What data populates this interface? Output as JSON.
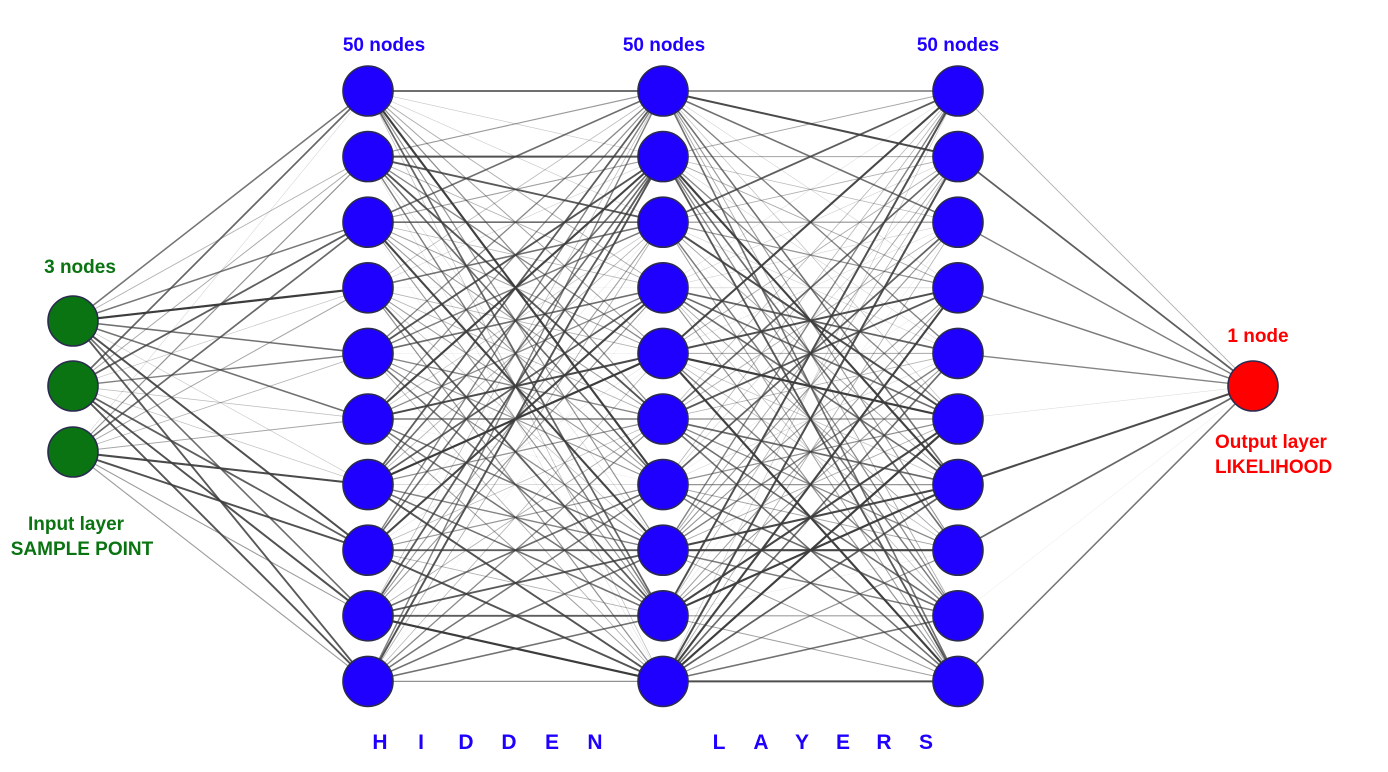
{
  "colors": {
    "input": "#0a7312",
    "hidden": "#1f00ff",
    "output": "#ff0000",
    "edge": "#3c3c3c",
    "node_stroke": "#2b2b50"
  },
  "layers": [
    {
      "id": "input",
      "count_label": "3 nodes",
      "role_label": [
        "Input layer",
        "SAMPLE POINT"
      ],
      "drawn_nodes": 3
    },
    {
      "id": "hidden1",
      "count_label": "50 nodes",
      "drawn_nodes": 10
    },
    {
      "id": "hidden2",
      "count_label": "50 nodes",
      "drawn_nodes": 10
    },
    {
      "id": "hidden3",
      "count_label": "50 nodes",
      "drawn_nodes": 10
    },
    {
      "id": "output",
      "count_label": "1 node",
      "role_label": [
        "Output layer",
        "LIKELIHOOD"
      ],
      "drawn_nodes": 1
    }
  ],
  "hidden_caption": {
    "word1": [
      "H",
      "I",
      "D",
      "D",
      "E",
      "N"
    ],
    "word2": [
      "L",
      "A",
      "Y",
      "E",
      "R",
      "S"
    ]
  }
}
